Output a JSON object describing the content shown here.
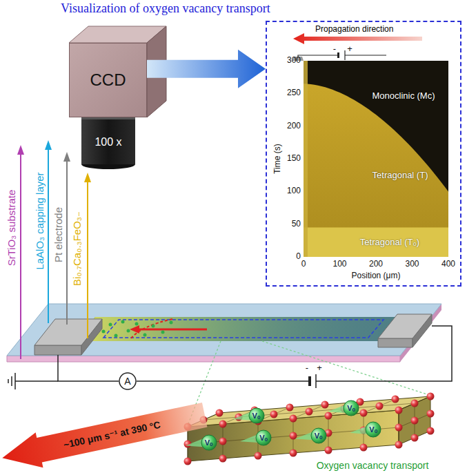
{
  "diagram": {
    "title": "Visualization of oxygen vacancy transport",
    "nodes": [
      {
        "text": [
          "CCD"
        ]
      },
      {
        "text": [
          "100 x"
        ]
      },
      {
        "text": [
          "Propagation direction"
        ]
      },
      {
        "text": [
          "Monoclinic (Mc)",
          "Tetragonal (T)",
          "Tetragonal (T₀)"
        ],
        "in": 2
      },
      {
        "text": [
          "A"
        ]
      },
      {
        "text": [
          "~100 μm s⁻¹ at 390 °C"
        ]
      },
      {
        "text": [
          "Vₒ"
        ]
      },
      {
        "text": [
          "Vₒ"
        ]
      },
      {
        "text": [
          "Vₒ"
        ]
      },
      {
        "text": [
          "Vₒ"
        ]
      },
      {
        "text": [
          "Vₒ"
        ]
      },
      {
        "text": [
          "Vₒ"
        ]
      }
    ],
    "edges": [
      {
        "from": 0,
        "to": 2,
        "arrow": "to"
      }
    ],
    "labels": [
      "SrTiO₃ substrate",
      "LaAlO₃ capping layer",
      "Pt electrode",
      "Bi₀.₇Ca₀.₃FeO₃₋",
      "-",
      "+",
      "300",
      "250",
      "200",
      "150",
      "100",
      "50",
      "0",
      "Time (s)",
      "0",
      "100",
      "200",
      "300",
      "400",
      "Position (μm)",
      "-",
      "+",
      "Oxygen vacancy transport"
    ]
  }
}
